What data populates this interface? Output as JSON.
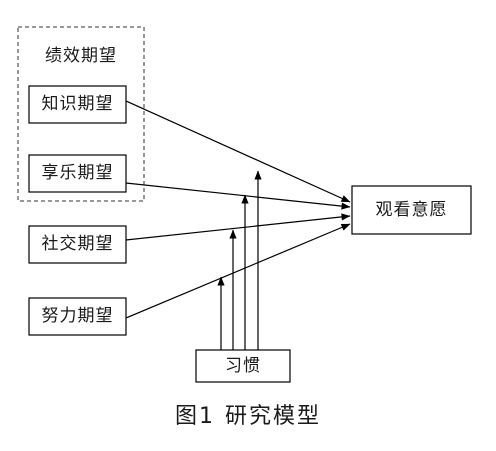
{
  "diagram": {
    "group_label": "绩效期望",
    "nodes": {
      "knowledge": "知识期望",
      "enjoyment": "享乐期望",
      "social": "社交期望",
      "effort": "努力期望",
      "intention": "观看意愿",
      "habit": "习惯"
    },
    "edges": [
      {
        "from": "knowledge",
        "to": "intention"
      },
      {
        "from": "enjoyment",
        "to": "intention"
      },
      {
        "from": "social",
        "to": "intention"
      },
      {
        "from": "effort",
        "to": "intention"
      },
      {
        "from": "habit",
        "to": "edge:knowledge"
      },
      {
        "from": "habit",
        "to": "edge:enjoyment"
      },
      {
        "from": "habit",
        "to": "edge:social"
      },
      {
        "from": "habit",
        "to": "edge:effort"
      }
    ]
  },
  "caption": {
    "prefix": "图1",
    "title": "研究模型"
  }
}
